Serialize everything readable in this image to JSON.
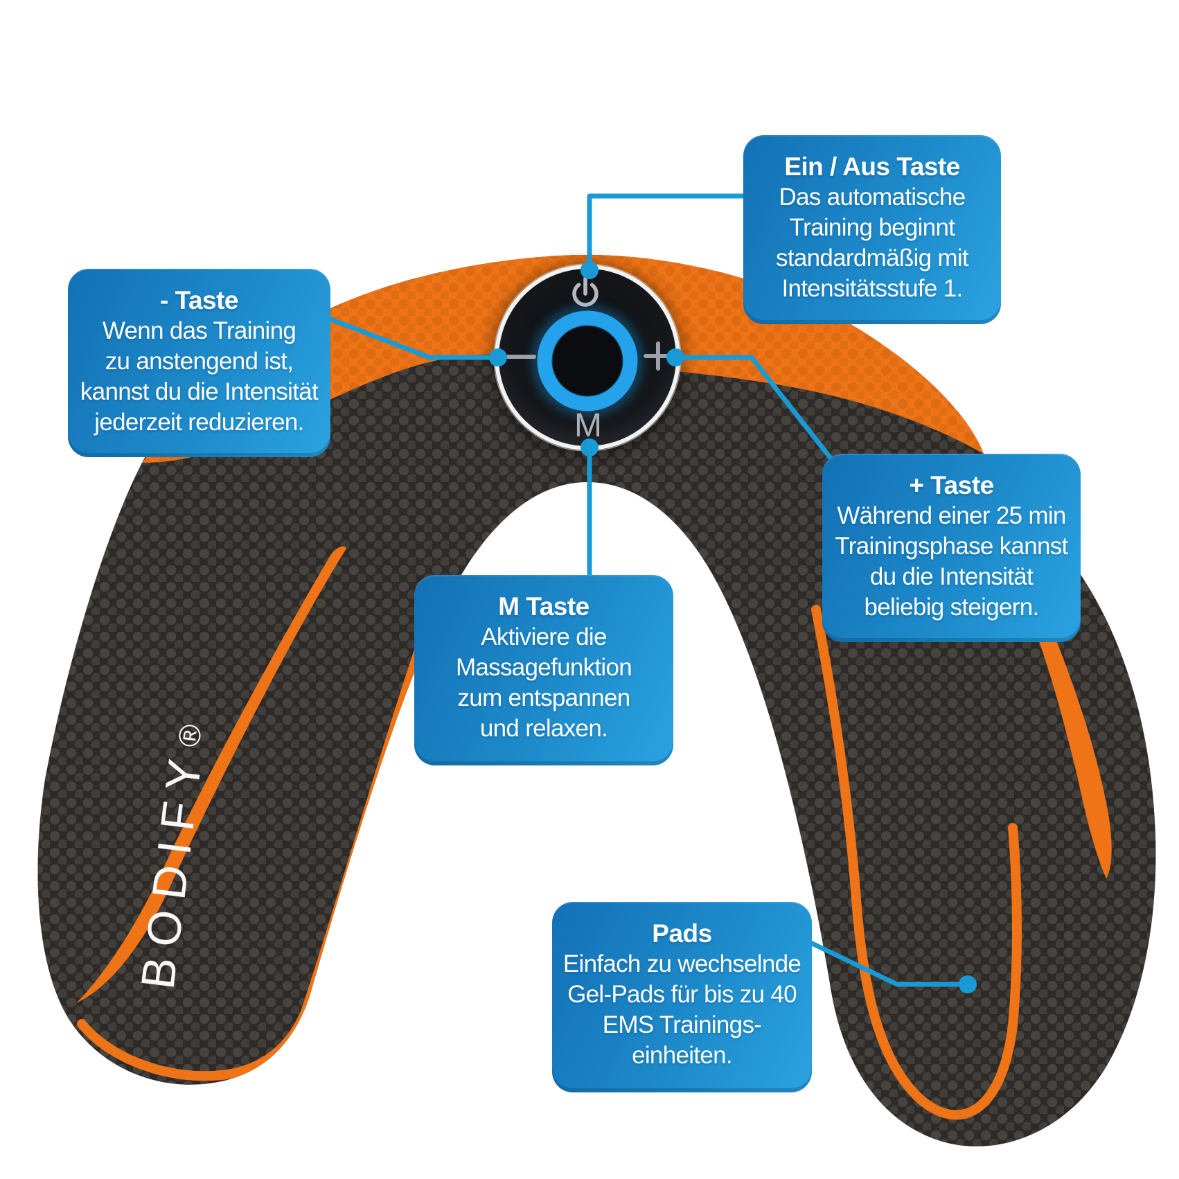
{
  "product": {
    "brand": "BODIFY",
    "brand_mark": "®",
    "device": {
      "mode_label": "M"
    }
  },
  "callouts": [
    {
      "id": "power",
      "title": "Ein / Aus Taste",
      "lines": [
        "Das automatische",
        "Training beginnt",
        "standardmäßig mit",
        "Intensitätsstufe 1."
      ]
    },
    {
      "id": "minus",
      "title": "- Taste",
      "lines": [
        "Wenn das Training",
        "zu anstengend ist,",
        "kannst du die Intensität",
        "jederzeit reduzieren."
      ]
    },
    {
      "id": "plus",
      "title": "+ Taste",
      "lines": [
        "Während einer 25 min",
        "Trainingsphase kannst",
        "du die Intensität",
        "beliebig steigern."
      ]
    },
    {
      "id": "mode",
      "title": "M Taste",
      "lines": [
        "Aktiviere die",
        "Massagefunktion",
        "zum entspannen",
        "und relaxen."
      ]
    },
    {
      "id": "pads",
      "title": "Pads",
      "lines": [
        "Einfach zu wechselnde",
        "Gel-Pads für bis zu 40",
        "EMS Trainings-",
        "einheiten."
      ]
    }
  ],
  "colors": {
    "callout_blue_start": "#1371b6",
    "callout_blue_end": "#2ba3e0",
    "connector_blue": "#1a9ad5",
    "accent_orange": "#ef7317",
    "pad_black": "#2d2a28",
    "ring_blue": "#1e9de9",
    "glyph_grey": "#b4bac0",
    "background": "#ffffff"
  }
}
